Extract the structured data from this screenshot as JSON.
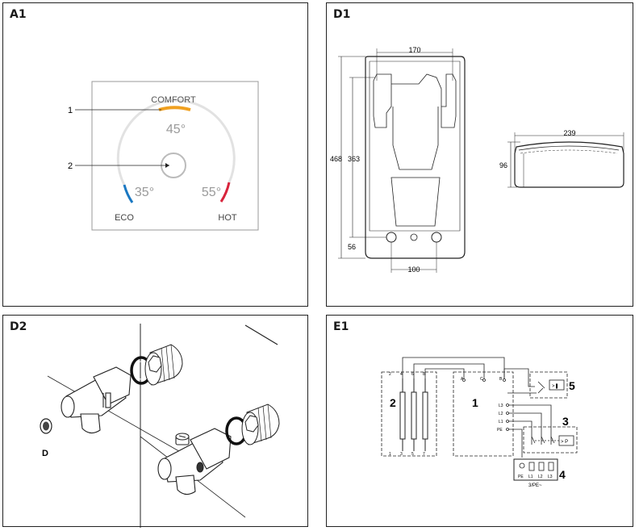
{
  "panels": {
    "a1": {
      "title": "A1",
      "callouts": [
        "1",
        "2"
      ],
      "labels": {
        "comfort": "COMFORT",
        "eco": "ECO",
        "hot": "HOT",
        "t45": "45°",
        "t35": "35°",
        "t55": "55°"
      },
      "colors": {
        "comfort": "#f0a020",
        "eco": "#1a78c2",
        "hot": "#d8243c",
        "arc": "#dedede"
      }
    },
    "d1": {
      "title": "D1",
      "dims": {
        "top_width": "170",
        "height_total": "468",
        "height_inner": "363",
        "bottom_offset": "56",
        "bottom_width": "100",
        "side_width": "239",
        "side_height": "96"
      }
    },
    "d2": {
      "title": "D2",
      "label_d": "D"
    },
    "e1": {
      "title": "E1",
      "numbers": [
        "2",
        "1",
        "3",
        "4",
        "5"
      ],
      "block2_top_pins": [
        "2",
        "4",
        "6",
        "8"
      ],
      "block2_bottom_pins": [
        "1",
        "3",
        "5",
        "7"
      ],
      "block1_top_pins": [
        "A",
        "C",
        "B"
      ],
      "block1_side_pins": [
        "L3",
        "L2",
        "L1",
        "PE"
      ],
      "block4_pins": [
        "PE",
        "L1",
        "L2",
        "L3"
      ],
      "supply_label": "3/PE~",
      "sensor_label": "> P",
      "sensor5_label": ">❚"
    }
  }
}
